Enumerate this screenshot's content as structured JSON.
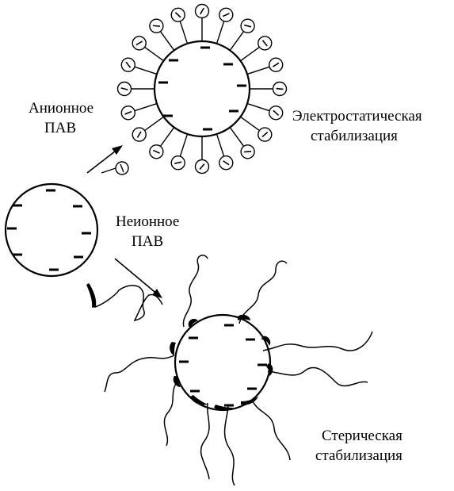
{
  "labels": {
    "anionic_line1": "Анионное",
    "anionic_line2": "ПАВ",
    "nonionic_line1": "Неионное",
    "nonionic_line2": "ПАВ",
    "electrostatic_line1": "Электростатическая",
    "electrostatic_line2": "стабилизация",
    "steric_line1": "Стерическая",
    "steric_line2": "стабилизация"
  },
  "symbols": {
    "negative_charge": "−"
  }
}
